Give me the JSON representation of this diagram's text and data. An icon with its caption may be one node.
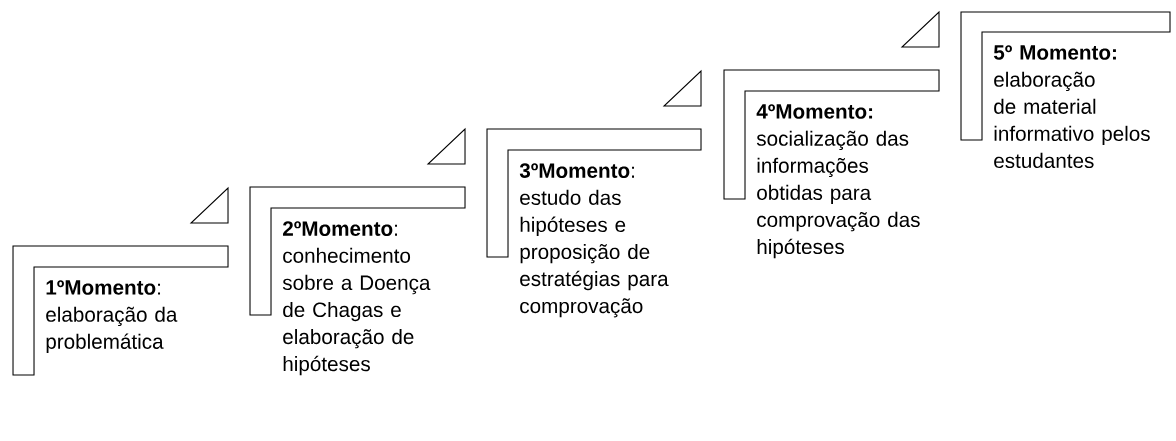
{
  "diagram": {
    "nodes": [
      {
        "text": [
          "**1ºMomento**:",
          "elaboração da problemática"
        ]
      },
      {
        "text": [
          "**2ºMomento**:",
          "conhecimento sobre a Doença de Chagas e elaboração de hipóteses"
        ]
      },
      {
        "text": [
          "**3ºMomento**:",
          "estudo das hipóteses e proposição de estratégias para comprovação"
        ]
      },
      {
        "text": [
          "**4ºMomento:**",
          "socialização das informações obtidas para comprovação das hipóteses"
        ]
      },
      {
        "text": [
          "**5º Momento:**",
          "elaboração de material informativo pelos estudantes"
        ]
      }
    ]
  }
}
